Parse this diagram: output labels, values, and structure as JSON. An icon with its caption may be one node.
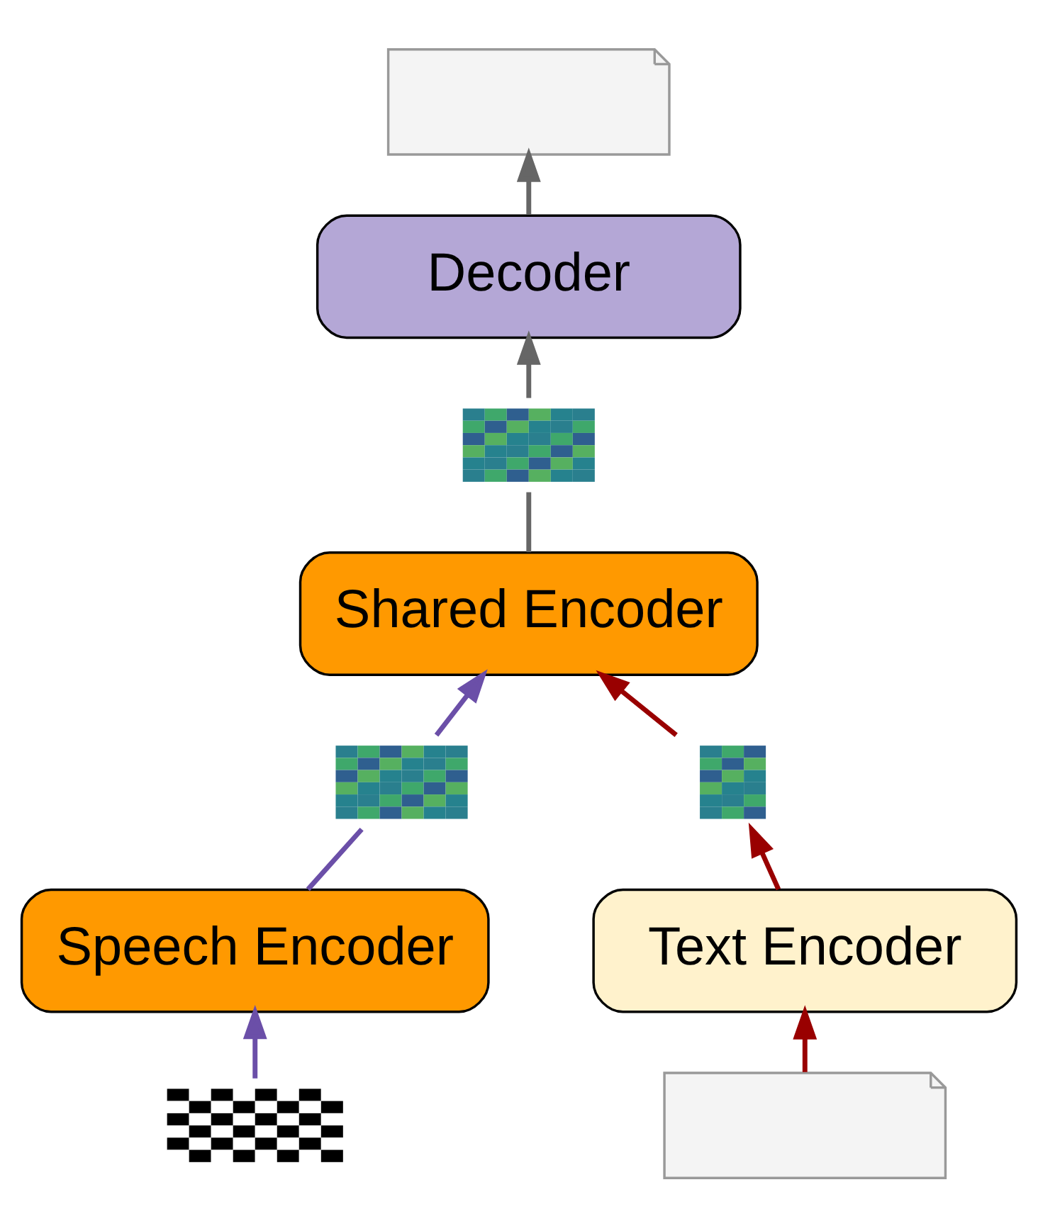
{
  "diagram": {
    "nodes": [
      {
        "text": [],
        "shape": "document"
      },
      {
        "text": [
          "Decoder"
        ]
      },
      {
        "text": [],
        "shape": "picture"
      },
      {
        "text": [
          "Shared Encoder"
        ]
      },
      {
        "text": [],
        "shape": "picture"
      },
      {
        "text": [],
        "shape": "picture"
      },
      {
        "text": [
          "Speech Encoder"
        ]
      },
      {
        "text": [
          "Text Encoder"
        ]
      },
      {
        "text": [],
        "shape": "picture"
      },
      {
        "text": [],
        "shape": "document"
      }
    ],
    "edges": [
      {
        "from": 1,
        "to": 0,
        "arrow": "to",
        "color": "#666666"
      },
      {
        "from": 2,
        "to": 1,
        "arrow": "to",
        "color": "#666666"
      },
      {
        "from": 3,
        "to": 2,
        "arrow": "none",
        "color": "#666666"
      },
      {
        "from": 4,
        "to": 3,
        "arrow": "to",
        "color": "#6b4fa8"
      },
      {
        "from": 5,
        "to": 3,
        "arrow": "to",
        "color": "#990000"
      },
      {
        "from": 6,
        "to": 4,
        "arrow": "none",
        "color": "#6b4fa8"
      },
      {
        "from": 7,
        "to": 5,
        "arrow": "to",
        "color": "#990000"
      },
      {
        "from": 8,
        "to": 6,
        "arrow": "to",
        "color": "#6b4fa8"
      },
      {
        "from": 9,
        "to": 7,
        "arrow": "to",
        "color": "#990000"
      }
    ]
  }
}
